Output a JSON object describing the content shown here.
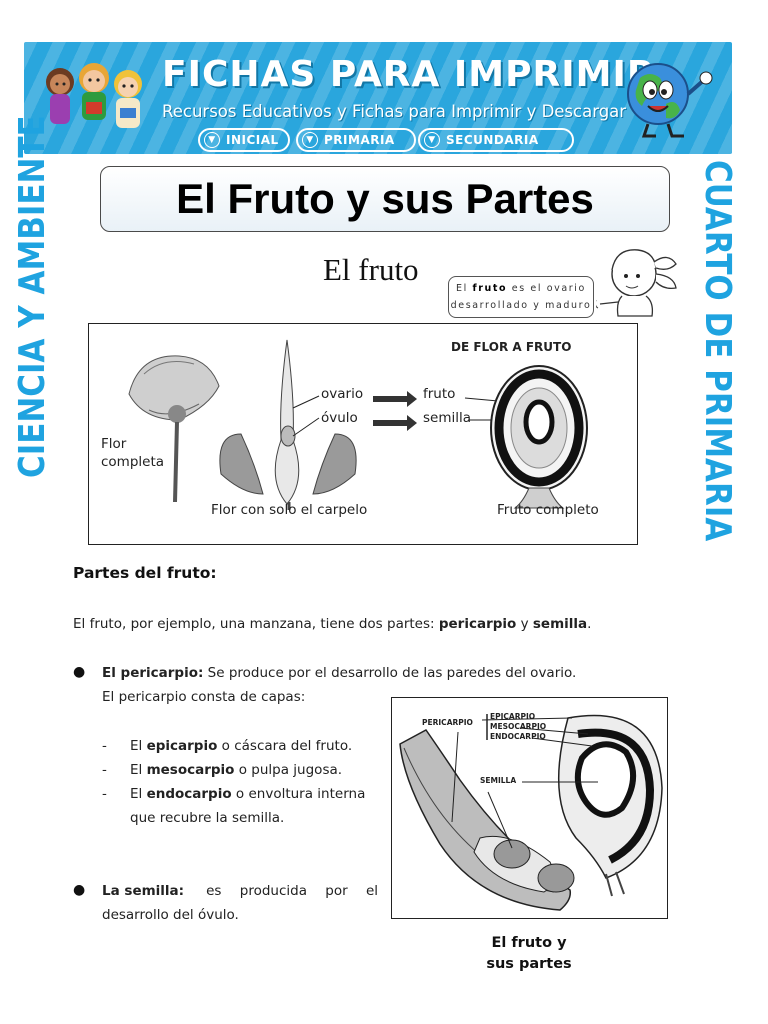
{
  "banner": {
    "brand": "FICHAS PARA IMPRIMIR",
    "tagline": "Recursos Educativos y Fichas para Imprimir y Descargar",
    "levels": [
      "INICIAL",
      "PRIMARIA",
      "SECUNDARIA"
    ]
  },
  "side_left": "CIENCIA Y AMBIENTE",
  "side_right": "CUARTO DE PRIMARIA",
  "title": "El Fruto y sus Partes",
  "subtitle": "El fruto",
  "speech": {
    "pre": "El",
    "bold": "fruto",
    "post": "es el ovario",
    "line2": "desarrollado y maduro"
  },
  "figure1": {
    "heading": "DE FLOR A FRUTO",
    "flor_completa_1": "Flor",
    "flor_completa_2": "completa",
    "ovario": "ovario",
    "ovulo": "óvulo",
    "fruto": "fruto",
    "semilla": "semilla",
    "flor_carpelo": "Flor con solo el carpelo",
    "fruto_completo": "Fruto completo"
  },
  "content": {
    "heading": "Partes del fruto:",
    "intro_pre": "El fruto, por ejemplo, una manzana, tiene dos partes: ",
    "intro_b1": "pericarpio",
    "intro_mid": " y ",
    "intro_b2": "semilla",
    "intro_end": ".",
    "peri_bold": "El pericarpio:",
    "peri_text": " Se produce por el desarrollo de las paredes del ovario.",
    "peri_line2": "El pericarpio consta de capas:",
    "layers": [
      {
        "pre": "El ",
        "bold": "epicarpio",
        "post": " o cáscara del fruto."
      },
      {
        "pre": "El ",
        "bold": "mesocarpio",
        "post": " o pulpa jugosa."
      },
      {
        "pre": "El ",
        "bold": "endocarpio",
        "post": " o envoltura interna"
      }
    ],
    "layer3_line2": "que recubre la semilla.",
    "sem_bold": "La semilla:",
    "sem_text": " es producida por el",
    "sem_line2": "desarrollo del óvulo."
  },
  "figure2": {
    "pericarpio": "PERICARPIO",
    "epicarpio": "EPICARPIO",
    "mesocarpio": "MESOCARPIO",
    "endocarpio": "ENDOCARPIO",
    "semilla": "SEMILLA",
    "caption_1": "El fruto y",
    "caption_2": "sus partes"
  }
}
